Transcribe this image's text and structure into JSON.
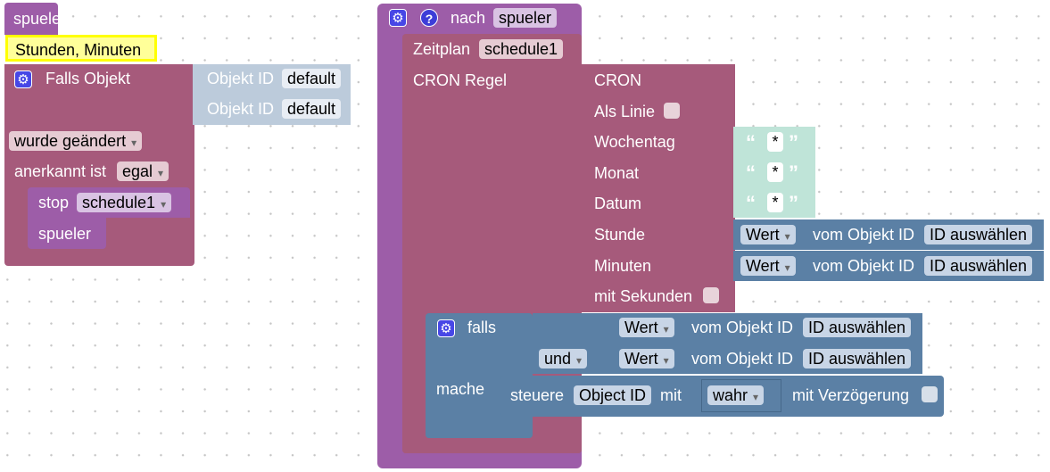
{
  "colors": {
    "purple": "#9d5da8",
    "mauve": "#a65a7b",
    "blue": "#5b80a5",
    "light_blue": "#bccbdb",
    "mint": "#bfe4d8",
    "yellow_border": "#ffff00"
  },
  "left": {
    "func_call": "spueler",
    "comment": "Stunden, Minuten",
    "trigger": "Falls Objekt",
    "obj_label1": "Objekt ID",
    "obj_value1": "default",
    "obj_label2": "Objekt ID",
    "obj_value2": "default",
    "changed": "wurde geändert",
    "ack_label": "anerkannt ist",
    "ack_value": "egal",
    "stop_label": "stop",
    "stop_value": "schedule1",
    "inner_call": "spueler"
  },
  "right": {
    "func_label": "nach",
    "func_name": "spueler",
    "zeitplan_label": "Zeitplan",
    "zeitplan_value": "schedule1",
    "cron_regel": "CRON Regel",
    "cron": "CRON",
    "als_linie": "Als Linie",
    "wochentag": "Wochentag",
    "monat": "Monat",
    "datum": "Datum",
    "stunde": "Stunde",
    "minuten": "Minuten",
    "mit_sekunden": "mit Sekunden",
    "star": "*",
    "open_quote": "“",
    "close_quote": "”",
    "wert": "Wert",
    "vom_objekt": "vom Objekt ID",
    "id_auswaehlen": "ID auswählen",
    "falls": "falls",
    "und": "und",
    "mache": "mache",
    "steuere": "steuere",
    "object_id": "Object ID",
    "mit": "mit",
    "wahr": "wahr",
    "mit_verzoegerung": "mit Verzögerung"
  }
}
